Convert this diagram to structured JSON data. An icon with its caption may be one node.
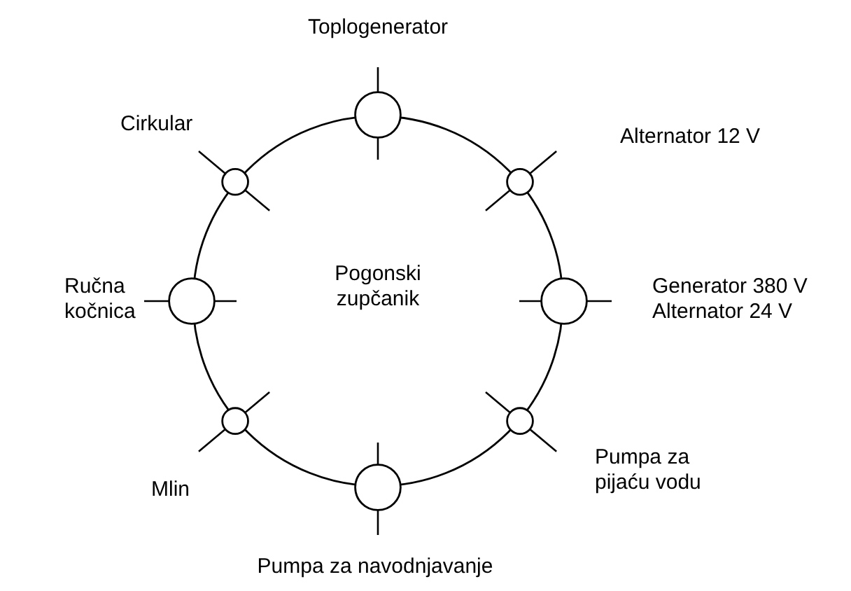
{
  "diagram": {
    "nodes": [
      {
        "text": [
          "Pogonski zupčanik"
        ]
      },
      {
        "text": [],
        "shape": "circle",
        "beside": [
          "Toplogenerator"
        ]
      },
      {
        "text": [],
        "shape": "circle"
      },
      {
        "text": [],
        "shape": "circle",
        "beside": [
          "Generator 380 V",
          "Alternator 24 V"
        ]
      },
      {
        "text": [],
        "shape": "circle"
      },
      {
        "text": [],
        "shape": "circle",
        "beside": [
          "Pumpa za navodnjavanje"
        ]
      },
      {
        "text": [],
        "shape": "circle"
      },
      {
        "text": [],
        "shape": "circle",
        "beside": [
          "Ručna kočnica"
        ]
      },
      {
        "text": [],
        "shape": "circle"
      }
    ],
    "labels": [
      "Cirkular",
      "Alternator 12 V",
      "Pumpa za pijaću vodu",
      "Mlin"
    ]
  }
}
